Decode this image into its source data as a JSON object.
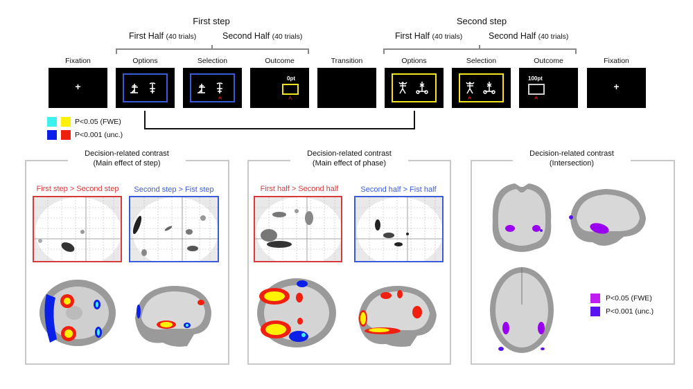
{
  "timeline": {
    "steps": [
      {
        "title": "First step",
        "halves": [
          {
            "label": "First Half",
            "note": "(40 trials)"
          },
          {
            "label": "Second Half",
            "note": "(40 trials)"
          }
        ]
      },
      {
        "title": "Second step",
        "halves": [
          {
            "label": "First Half",
            "note": "(40 trials)"
          },
          {
            "label": "Second Half",
            "note": "(40 trials)"
          }
        ]
      }
    ],
    "screens": [
      {
        "label": "Fixation",
        "content": "+"
      },
      {
        "label": "Options",
        "frame": "blue"
      },
      {
        "label": "Selection",
        "frame": "blue",
        "selected": "right"
      },
      {
        "label": "Outcome",
        "points": "0pt",
        "outcome_box": "yellow"
      },
      {
        "label": "Transition"
      },
      {
        "label": "Options",
        "frame": "yellow"
      },
      {
        "label": "Selection",
        "frame": "yellow",
        "selected": "left"
      },
      {
        "label": "Outcome",
        "points": "100pt",
        "outcome_box": "grey"
      },
      {
        "label": "Fixation",
        "content": "+"
      }
    ],
    "selection_marker": "^"
  },
  "legend_top": {
    "items": [
      {
        "label": "P<0.05 (FWE)",
        "colors": [
          "#3ff0f0",
          "#fff200"
        ]
      },
      {
        "label": "P<0.001 (unc.)",
        "colors": [
          "#0a1fe8",
          "#f02010"
        ]
      }
    ]
  },
  "panels": [
    {
      "title": "Decision-related contrast",
      "subtitle": "(Main effect of step)",
      "glass_brains": [
        {
          "title": "First step > Second step",
          "color": "#d63a3a"
        },
        {
          "title": "Second step > Fist step",
          "color": "#3a5bd9"
        }
      ],
      "slices": [
        "axial brain slice",
        "sagittal brain slice"
      ]
    },
    {
      "title": "Decision-related contrast",
      "subtitle": "(Main effect of phase)",
      "glass_brains": [
        {
          "title": "First half > Second half",
          "color": "#d63a3a"
        },
        {
          "title": "Second half > Fist half",
          "color": "#3a5bd9"
        }
      ],
      "slices": [
        "axial brain slice",
        "sagittal brain slice"
      ]
    },
    {
      "title": "Decision-related contrast",
      "subtitle": "(Intersection)",
      "slices": [
        "coronal brain slice",
        "sagittal brain slice",
        "axial brain slice"
      ],
      "legend": [
        {
          "label": "P<0.05 (FWE)",
          "color": "#c01ef0"
        },
        {
          "label": "P<0.001 (unc.)",
          "color": "#5a14f0"
        }
      ]
    }
  ]
}
